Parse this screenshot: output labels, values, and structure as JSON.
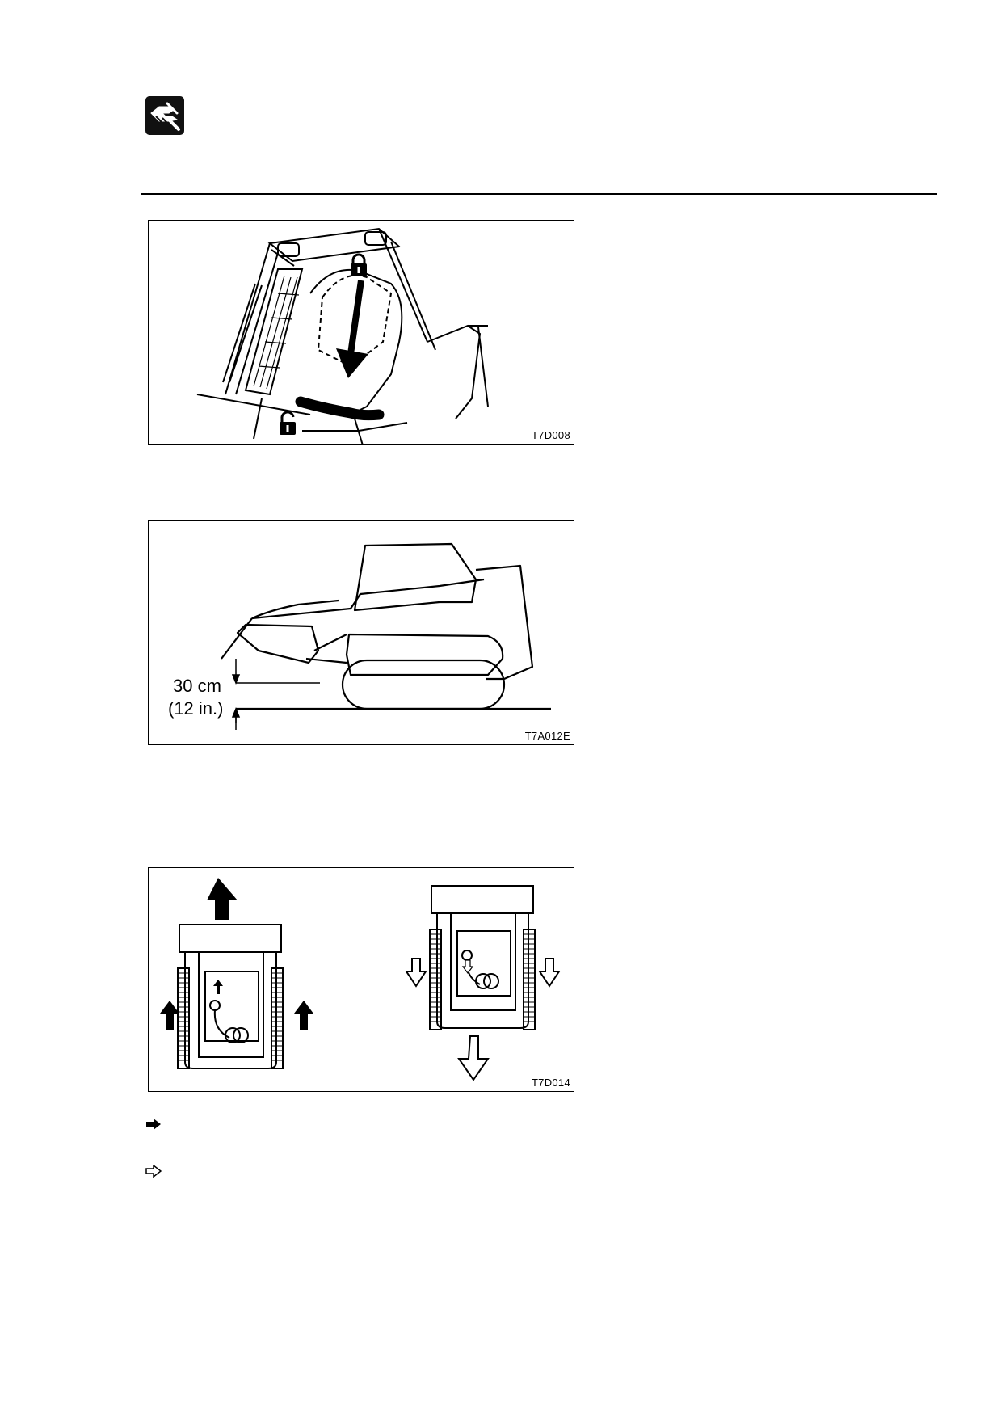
{
  "header": {
    "icon": "hand-operation-icon"
  },
  "figures": [
    {
      "id": "fig1",
      "code": "T7D008",
      "icons": [
        "lock-closed-icon",
        "lock-open-icon",
        "down-arrow-icon"
      ]
    },
    {
      "id": "fig2",
      "code": "T7A012E",
      "dimension": {
        "metric": "30 cm",
        "imperial": "(12 in.)"
      }
    },
    {
      "id": "fig3",
      "code": "T7D014",
      "icons": [
        "forward-arrow-icon",
        "backward-arrow-icon"
      ]
    }
  ],
  "legend": {
    "items": [
      {
        "icon": "solid-right-arrow-icon"
      },
      {
        "icon": "outline-right-arrow-icon"
      }
    ]
  },
  "colors": {
    "line": "#000000",
    "background": "#ffffff"
  }
}
